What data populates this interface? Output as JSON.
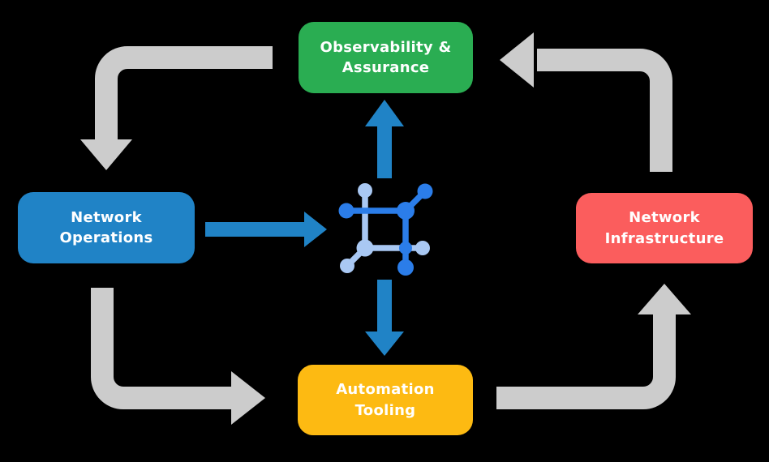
{
  "colors": {
    "background": "#000000",
    "observability_green": "#2aad52",
    "operations_blue": "#2083c6",
    "infrastructure_red": "#fb5d5d",
    "automation_yellow": "#fdba12",
    "flow_arrow_gray": "#cccccc",
    "data_arrow_blue": "#2083c6",
    "icon_dark_blue": "#2b7de9",
    "icon_light_blue": "#a9c8f3",
    "label_text": "#ffffff"
  },
  "diagram": {
    "nodes": {
      "observability": {
        "label": "Observability &\nAssurance",
        "color": "#2aad52"
      },
      "operations": {
        "label": "Network\nOperations",
        "color": "#2083c6"
      },
      "infrastructure": {
        "label": "Network\nInfrastructure",
        "color": "#fb5d5d"
      },
      "automation": {
        "label": "Automation\nTooling",
        "color": "#fdba12"
      }
    },
    "center_icon": "network-fabric-icon",
    "flows": [
      {
        "from": "Observability & Assurance",
        "to": "Network Operations",
        "style": "gray-cycle"
      },
      {
        "from": "Network Operations",
        "to": "Automation Tooling",
        "style": "gray-cycle"
      },
      {
        "from": "Automation Tooling",
        "to": "Network Infrastructure",
        "style": "gray-cycle"
      },
      {
        "from": "Network Infrastructure",
        "to": "Observability & Assurance",
        "style": "gray-cycle"
      },
      {
        "from": "Network Operations",
        "to": "center-icon",
        "style": "blue-data"
      },
      {
        "from": "center-icon",
        "to": "Observability & Assurance",
        "style": "blue-data"
      },
      {
        "from": "center-icon",
        "to": "Automation Tooling",
        "style": "blue-data"
      }
    ]
  }
}
